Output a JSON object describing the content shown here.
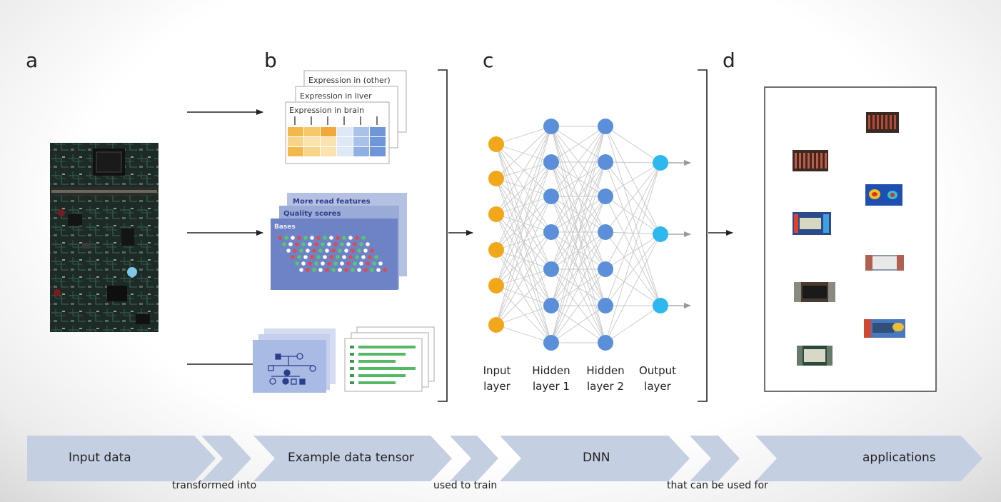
{
  "panels": {
    "a": "a",
    "b": "b",
    "c": "c",
    "d": "d"
  },
  "tensor_cards": {
    "expression": [
      "Expression in (other)",
      "Expression in liver",
      "Expression in brain"
    ],
    "reads": [
      "More read features",
      "Quality scores",
      "Bases"
    ]
  },
  "network": {
    "layers": [
      {
        "line1": "Input",
        "line2": "layer",
        "nodes": 6,
        "color": "#f2a71b"
      },
      {
        "line1": "Hidden",
        "line2": "layer 1",
        "nodes": 7,
        "color": "#5b8fd9"
      },
      {
        "line1": "Hidden",
        "line2": "layer 2",
        "nodes": 7,
        "color": "#5b8fd9"
      },
      {
        "line1": "Output",
        "line2": "layer",
        "nodes": 3,
        "color": "#2fb8ee"
      }
    ]
  },
  "flow": {
    "steps": [
      "Input data",
      "Example data tensor",
      "DNN",
      "applications"
    ],
    "connectors": [
      "transforrned into",
      "used to train",
      "that can be used for"
    ]
  },
  "colors": {
    "chevron": "#c5cfe2",
    "accent_orange": "#f2a71b",
    "hidden_blue": "#5b8fd9",
    "output_cyan": "#2fb8ee"
  }
}
